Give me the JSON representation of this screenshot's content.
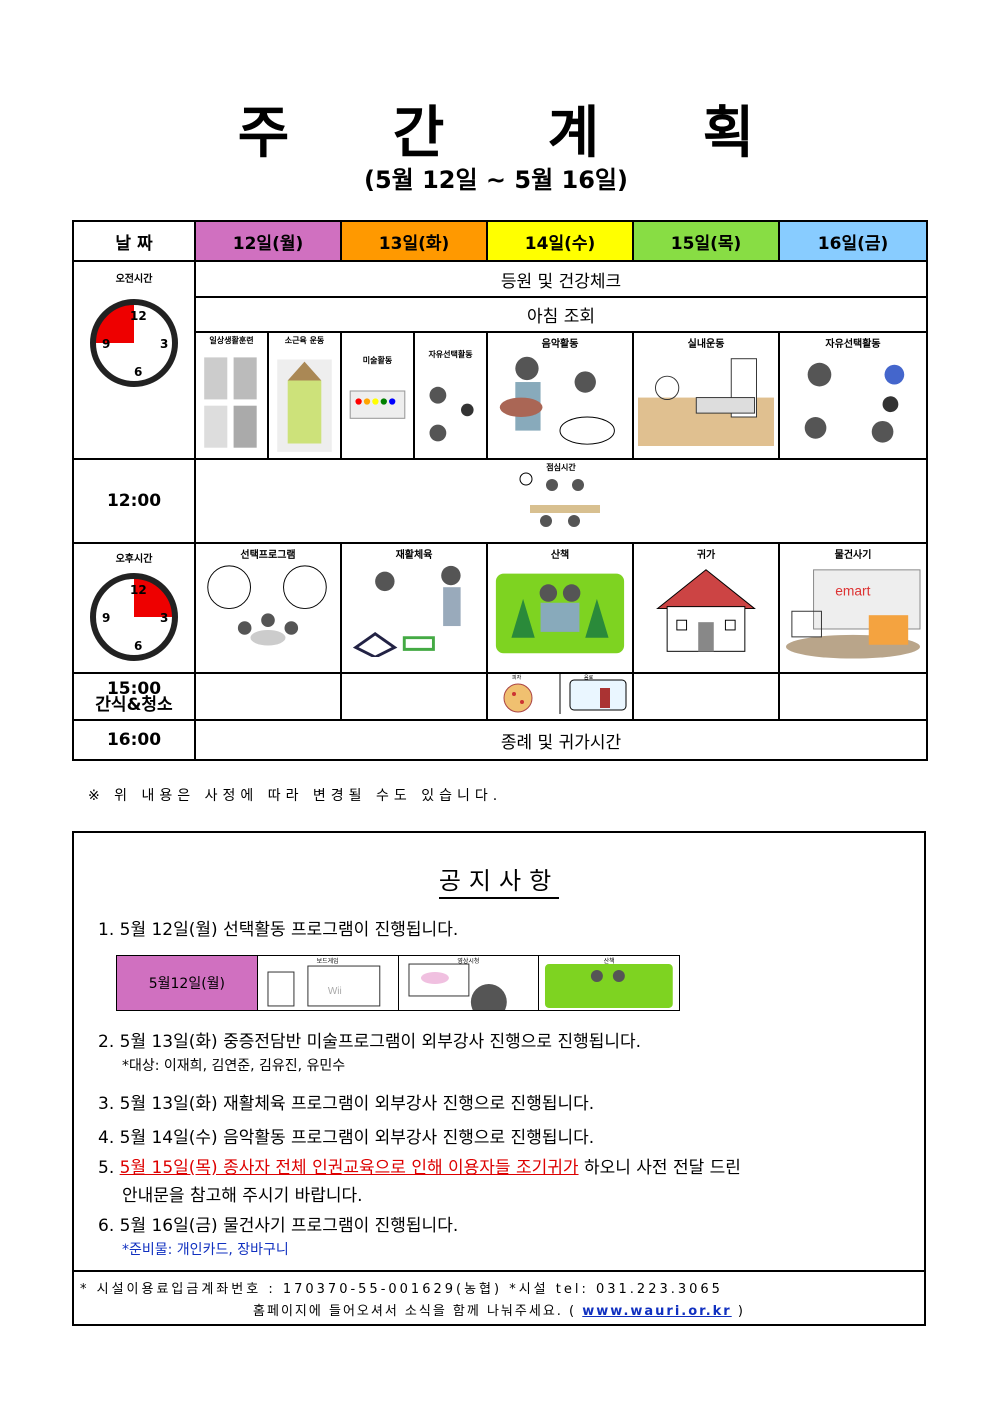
{
  "title": "주 간 계 획",
  "subtitle": "(5월 12일 ~ 5월 16일)",
  "header": {
    "date_label": "날   짜",
    "days": [
      {
        "label": "12일(월)",
        "color": "#d070c0"
      },
      {
        "label": "13일(화)",
        "color": "#ff9900"
      },
      {
        "label": "14일(수)",
        "color": "#ffff00"
      },
      {
        "label": "15일(목)",
        "color": "#88dd44"
      },
      {
        "label": "16일(금)",
        "color": "#88ccff"
      }
    ]
  },
  "morning": {
    "label": "오전시간",
    "row1": "등원 및 건강체크",
    "row2": "아침 조회",
    "activities": [
      "일상생활훈련",
      "소근육 운동",
      "미술활동",
      "자유선택활동",
      "음악활동",
      "실내운동",
      "자유선택활동"
    ]
  },
  "noon": {
    "time": "12:00",
    "activity": "점심시간"
  },
  "afternoon": {
    "label": "오후시간",
    "activities": [
      "선택프로그램",
      "재활체육",
      "산책",
      "귀가",
      "물건사기"
    ]
  },
  "snack": {
    "time": "15:00",
    "label": "간식&청소",
    "items": [
      "피자",
      "음료"
    ]
  },
  "closing": {
    "time": "16:00",
    "activity": "종례 및 귀가시간"
  },
  "note": "※ 위 내용은 사정에 따라 변경될 수도 있습니다.",
  "notice": {
    "title": "공지사항",
    "items": [
      "1.  5월  12일(월)  선택활동 프로그램이 진행됩니다.",
      "2.  5월  13일(화)  중증전담반  미술프로그램이  외부강사  진행으로  진행됩니다.",
      "3.  5월  13일(화)  재활체육  프로그램이  외부강사  진행으로  진행됩니다.",
      "4.  5월  14일(수)  음악활동  프로그램이  외부강사  진행으로  진행됩니다.",
      "5.",
      "6.  5월  16일(금)  물건사기  프로그램이  진행됩니다."
    ],
    "item2_sub": "*대상: 이재희, 김연준, 김유진, 유민수",
    "item5_red": "5월  15일(목)  종사자  전체  인권교육으로  인해  이용자들  조기귀가",
    "item5_rest": " 하오니  사전  전달  드린",
    "item5_line2": "안내문을  참고해  주시기  바랍니다.",
    "item6_sub": "*준비물: 개인카드, 장바구니",
    "strip_label": "5월12일(월)",
    "strip_titles": [
      "보드게임",
      "영상시청",
      "산책"
    ],
    "strip_color": "#d070c0"
  },
  "footer": {
    "line1": "* 시설이용료입금계좌번호 : 170370-55-001629(농협) *시설 tel: 031.223.3065",
    "line2_prefix": "홈페이지에 들어오셔서 소식을 함께 나눠주세요. ( ",
    "link": "www.wauri.or.kr",
    "line2_suffix": " )"
  }
}
